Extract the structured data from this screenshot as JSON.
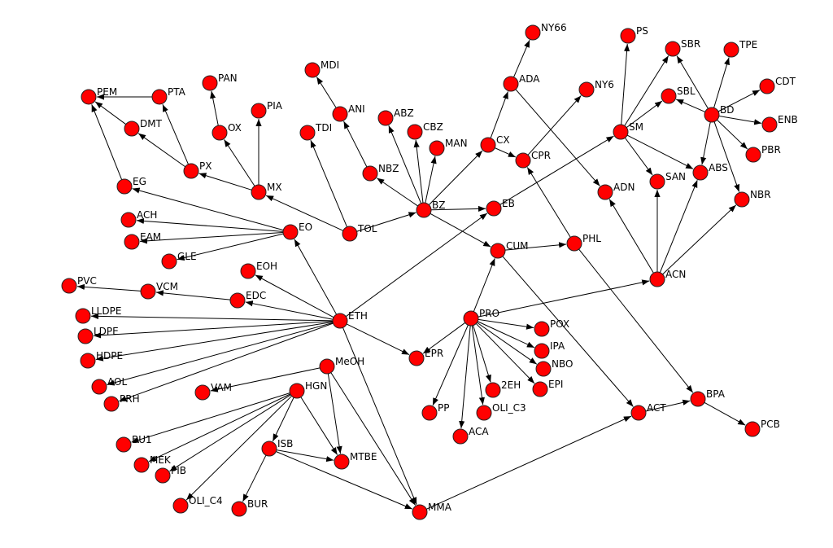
{
  "colors": {
    "node_fill": "#ff0000",
    "edge": "#000000",
    "background": "#ffffff"
  },
  "nodes": [
    {
      "id": "PEM",
      "label": "PEM"
    },
    {
      "id": "PTA",
      "label": "PTA"
    },
    {
      "id": "DMT",
      "label": "DMT"
    },
    {
      "id": "PAN",
      "label": "PAN"
    },
    {
      "id": "PIA",
      "label": "PIA"
    },
    {
      "id": "OX",
      "label": "OX"
    },
    {
      "id": "MDI",
      "label": "MDI"
    },
    {
      "id": "ANI",
      "label": "ANI"
    },
    {
      "id": "TDI",
      "label": "TDI"
    },
    {
      "id": "ABZ",
      "label": "ABZ"
    },
    {
      "id": "CBZ",
      "label": "CBZ"
    },
    {
      "id": "MAN",
      "label": "MAN"
    },
    {
      "id": "NY66",
      "label": "NY66"
    },
    {
      "id": "ADA",
      "label": "ADA"
    },
    {
      "id": "CX",
      "label": "CX"
    },
    {
      "id": "CPR",
      "label": "CPR"
    },
    {
      "id": "NY6",
      "label": "NY6"
    },
    {
      "id": "PS",
      "label": "PS"
    },
    {
      "id": "SBR",
      "label": "SBR"
    },
    {
      "id": "TPE",
      "label": "TPE"
    },
    {
      "id": "CDT",
      "label": "CDT"
    },
    {
      "id": "SBL",
      "label": "SBL"
    },
    {
      "id": "BD",
      "label": "BD"
    },
    {
      "id": "ENB",
      "label": "ENB"
    },
    {
      "id": "SM",
      "label": "SM"
    },
    {
      "id": "PBR",
      "label": "PBR"
    },
    {
      "id": "ABS",
      "label": "ABS"
    },
    {
      "id": "SAN",
      "label": "SAN"
    },
    {
      "id": "ADN",
      "label": "ADN"
    },
    {
      "id": "NBR",
      "label": "NBR"
    },
    {
      "id": "PX",
      "label": "PX"
    },
    {
      "id": "EG",
      "label": "EG"
    },
    {
      "id": "MX",
      "label": "MX"
    },
    {
      "id": "NBZ",
      "label": "NBZ"
    },
    {
      "id": "BZ",
      "label": "BZ"
    },
    {
      "id": "EB",
      "label": "EB"
    },
    {
      "id": "ACH",
      "label": "ACH"
    },
    {
      "id": "EAM",
      "label": "EAM"
    },
    {
      "id": "EO",
      "label": "EO"
    },
    {
      "id": "TOL",
      "label": "TOL"
    },
    {
      "id": "GLE",
      "label": "GLE"
    },
    {
      "id": "EOH",
      "label": "EOH"
    },
    {
      "id": "CUM",
      "label": "CUM"
    },
    {
      "id": "PHL",
      "label": "PHL"
    },
    {
      "id": "PVC",
      "label": "PVC"
    },
    {
      "id": "VCM",
      "label": "VCM"
    },
    {
      "id": "EDC",
      "label": "EDC"
    },
    {
      "id": "ACN",
      "label": "ACN"
    },
    {
      "id": "LLDPE",
      "label": "LLDPE"
    },
    {
      "id": "ETH",
      "label": "ETH"
    },
    {
      "id": "PRO",
      "label": "PRO"
    },
    {
      "id": "POX",
      "label": "POX"
    },
    {
      "id": "LDPE",
      "label": "LDPE"
    },
    {
      "id": "IPA",
      "label": "IPA"
    },
    {
      "id": "HDPE",
      "label": "HDPE"
    },
    {
      "id": "EPR",
      "label": "EPR"
    },
    {
      "id": "MeOH",
      "label": "MeOH"
    },
    {
      "id": "NBO",
      "label": "NBO"
    },
    {
      "id": "AOL",
      "label": "AOL"
    },
    {
      "id": "2EH",
      "label": "2EH"
    },
    {
      "id": "EPI",
      "label": "EPI"
    },
    {
      "id": "VAM",
      "label": "VAM"
    },
    {
      "id": "HGN",
      "label": "HGN"
    },
    {
      "id": "PRH",
      "label": "PRH"
    },
    {
      "id": "BPA",
      "label": "BPA"
    },
    {
      "id": "PP",
      "label": "PP"
    },
    {
      "id": "OLI_C3",
      "label": "OLI_C3"
    },
    {
      "id": "ACT",
      "label": "ACT"
    },
    {
      "id": "PCB",
      "label": "PCB"
    },
    {
      "id": "ACA",
      "label": "ACA"
    },
    {
      "id": "BU1",
      "label": "BU1"
    },
    {
      "id": "ISB",
      "label": "ISB"
    },
    {
      "id": "MEK",
      "label": "MEK"
    },
    {
      "id": "MTBE",
      "label": "MTBE"
    },
    {
      "id": "PIB",
      "label": "PIB"
    },
    {
      "id": "OLI_C4",
      "label": "OLI_C4"
    },
    {
      "id": "BUR",
      "label": "BUR"
    },
    {
      "id": "MMA",
      "label": "MMA"
    }
  ],
  "edges": [
    [
      "PTA",
      "PEM"
    ],
    [
      "DMT",
      "PEM"
    ],
    [
      "EG",
      "PEM"
    ],
    [
      "PX",
      "PTA"
    ],
    [
      "PX",
      "DMT"
    ],
    [
      "MX",
      "PX"
    ],
    [
      "MX",
      "OX"
    ],
    [
      "MX",
      "PIA"
    ],
    [
      "OX",
      "PAN"
    ],
    [
      "EO",
      "EG"
    ],
    [
      "EO",
      "ACH"
    ],
    [
      "EO",
      "EAM"
    ],
    [
      "EO",
      "GLE"
    ],
    [
      "ETH",
      "EO"
    ],
    [
      "ETH",
      "EOH"
    ],
    [
      "ETH",
      "EDC"
    ],
    [
      "EDC",
      "VCM"
    ],
    [
      "VCM",
      "PVC"
    ],
    [
      "ETH",
      "LLDPE"
    ],
    [
      "ETH",
      "LDPE"
    ],
    [
      "ETH",
      "HDPE"
    ],
    [
      "ETH",
      "AOL"
    ],
    [
      "ETH",
      "PRH"
    ],
    [
      "MeOH",
      "VAM"
    ],
    [
      "ETH",
      "EPR"
    ],
    [
      "ETH",
      "MMA"
    ],
    [
      "ETH",
      "EB"
    ],
    [
      "TOL",
      "BZ"
    ],
    [
      "TOL",
      "MX"
    ],
    [
      "TOL",
      "TDI"
    ],
    [
      "ANI",
      "MDI"
    ],
    [
      "NBZ",
      "ANI"
    ],
    [
      "BZ",
      "NBZ"
    ],
    [
      "BZ",
      "ABZ"
    ],
    [
      "BZ",
      "CBZ"
    ],
    [
      "BZ",
      "MAN"
    ],
    [
      "BZ",
      "CX"
    ],
    [
      "BZ",
      "EB"
    ],
    [
      "BZ",
      "CUM"
    ],
    [
      "CX",
      "ADA"
    ],
    [
      "CX",
      "CPR"
    ],
    [
      "ADA",
      "NY66"
    ],
    [
      "ADA",
      "ADN"
    ],
    [
      "CPR",
      "NY6"
    ],
    [
      "PHL",
      "CPR"
    ],
    [
      "EB",
      "SM"
    ],
    [
      "SM",
      "PS"
    ],
    [
      "SM",
      "SBR"
    ],
    [
      "SM",
      "SBL"
    ],
    [
      "SM",
      "SAN"
    ],
    [
      "SM",
      "ABS"
    ],
    [
      "BD",
      "SBR"
    ],
    [
      "BD",
      "SBL"
    ],
    [
      "BD",
      "TPE"
    ],
    [
      "BD",
      "CDT"
    ],
    [
      "BD",
      "ENB"
    ],
    [
      "BD",
      "PBR"
    ],
    [
      "BD",
      "ABS"
    ],
    [
      "BD",
      "NBR"
    ],
    [
      "ACN",
      "ADN"
    ],
    [
      "ACN",
      "SAN"
    ],
    [
      "ACN",
      "ABS"
    ],
    [
      "ACN",
      "NBR"
    ],
    [
      "CUM",
      "PHL"
    ],
    [
      "CUM",
      "ACT"
    ],
    [
      "PHL",
      "BPA"
    ],
    [
      "ACT",
      "BPA"
    ],
    [
      "BPA",
      "PCB"
    ],
    [
      "PRO",
      "CUM"
    ],
    [
      "PRO",
      "ACN"
    ],
    [
      "PRO",
      "POX"
    ],
    [
      "PRO",
      "IPA"
    ],
    [
      "PRO",
      "NBO"
    ],
    [
      "PRO",
      "EPI"
    ],
    [
      "PRO",
      "2EH"
    ],
    [
      "PRO",
      "OLI_C3"
    ],
    [
      "PRO",
      "ACA"
    ],
    [
      "PRO",
      "PP"
    ],
    [
      "PRO",
      "EPR"
    ],
    [
      "MeOH",
      "MTBE"
    ],
    [
      "MeOH",
      "MMA"
    ],
    [
      "HGN",
      "MTBE"
    ],
    [
      "HGN",
      "ISB"
    ],
    [
      "HGN",
      "BU1"
    ],
    [
      "HGN",
      "MEK"
    ],
    [
      "HGN",
      "PIB"
    ],
    [
      "HGN",
      "OLI_C4"
    ],
    [
      "ISB",
      "BUR"
    ],
    [
      "ISB",
      "MTBE"
    ],
    [
      "ISB",
      "MMA"
    ],
    [
      "MMA",
      "ACT"
    ]
  ]
}
